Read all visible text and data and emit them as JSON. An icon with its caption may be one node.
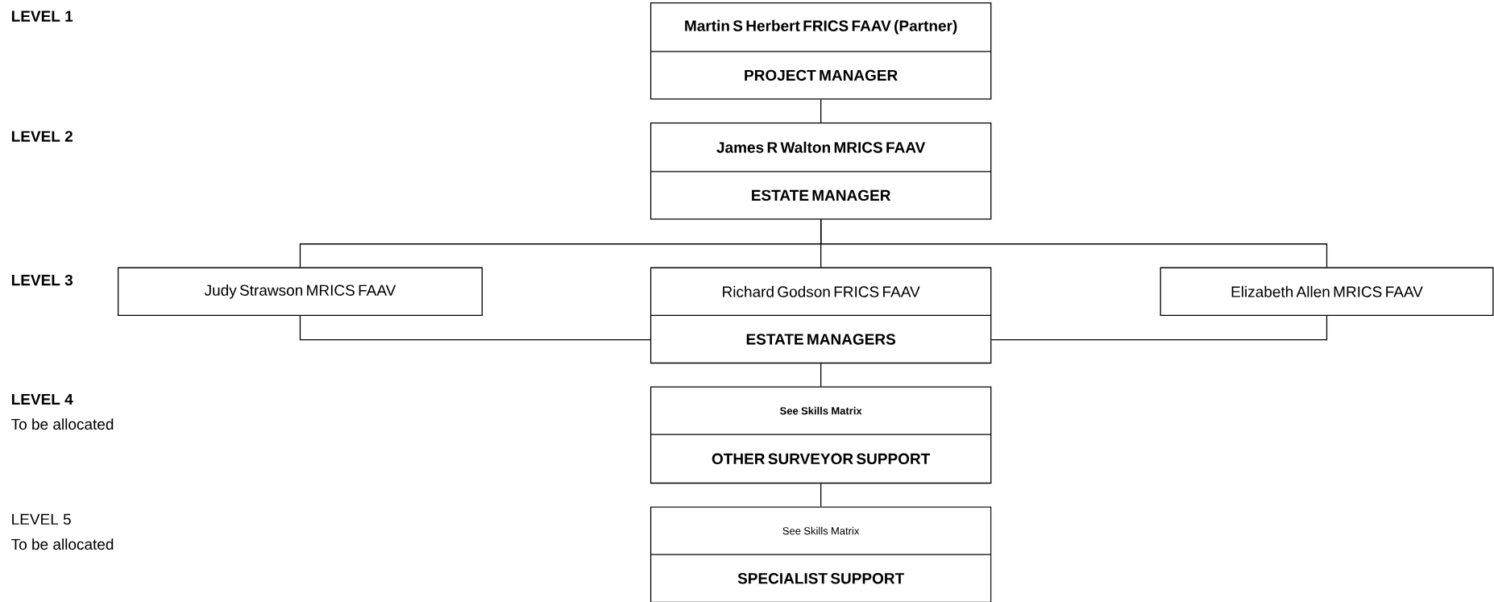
{
  "diagram": {
    "nodes": [
      {
        "text": [
          "Martin S Herbert FRICS FAAV (Partner)",
          "PROJECT MANAGER"
        ]
      },
      {
        "text": [
          "James R Walton MRICS FAAV",
          "ESTATE MANAGER"
        ]
      },
      {
        "text": [
          "Judy Strawson MRICS FAAV"
        ]
      },
      {
        "text": [
          "Richard Godson FRICS FAAV",
          "ESTATE MANAGERS"
        ]
      },
      {
        "text": [
          "Elizabeth Allen MRICS FAAV"
        ]
      },
      {
        "text": [
          "See Skills Matrix",
          "OTHER SURVEYOR SUPPORT"
        ]
      },
      {
        "text": [
          "See Skills Matrix",
          "SPECIALIST SUPPORT"
        ]
      }
    ],
    "edges": [
      {
        "from": 0,
        "to": 1,
        "arrow": "none"
      },
      {
        "from": 1,
        "to": 2,
        "arrow": "none"
      },
      {
        "from": 1,
        "to": 3,
        "arrow": "none"
      },
      {
        "from": 1,
        "to": 4,
        "arrow": "none"
      },
      {
        "from": 2,
        "to": 3,
        "arrow": "none"
      },
      {
        "from": 4,
        "to": 3,
        "arrow": "none"
      },
      {
        "from": 3,
        "to": 5,
        "arrow": "none"
      },
      {
        "from": 5,
        "to": 6,
        "arrow": "none"
      }
    ],
    "labels": [
      "LEVEL 1",
      "LEVEL 2",
      "LEVEL 3",
      "LEVEL 4",
      "To be allocated",
      "LEVEL 5",
      "To be allocated"
    ]
  }
}
